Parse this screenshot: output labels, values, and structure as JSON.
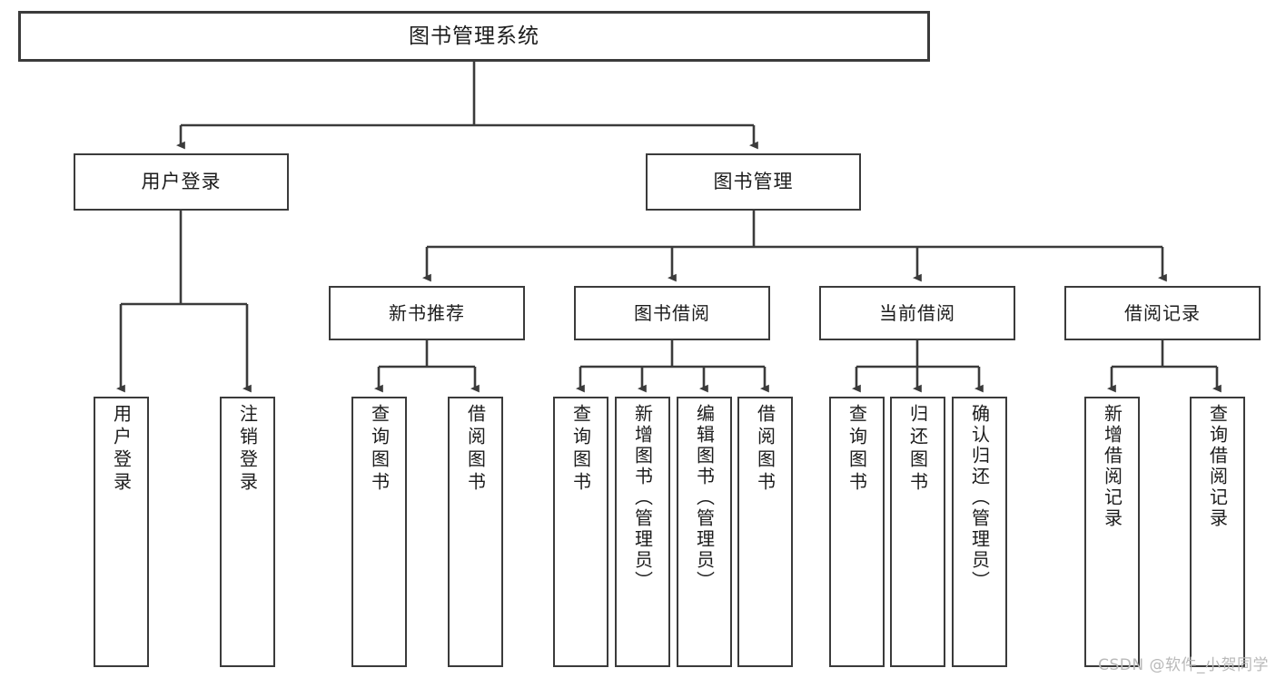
{
  "diagram": {
    "type": "tree",
    "title": "图书管理系统",
    "theme": {
      "background": "#ffffff",
      "box_border": "#3b3b3b",
      "box_fill": "#ffffff",
      "text": "#1c1c1c",
      "connector": "#3b3b3b",
      "watermark": "#b9b9b9"
    },
    "root": {
      "label": "图书管理系统"
    },
    "level1": [
      {
        "label": "用户登录"
      },
      {
        "label": "图书管理"
      }
    ],
    "level2": [
      {
        "label": "新书推荐"
      },
      {
        "label": "图书借阅"
      },
      {
        "label": "当前借阅"
      },
      {
        "label": "借阅记录"
      }
    ],
    "leaves": {
      "user_login": [
        {
          "label": "用户登录"
        },
        {
          "label": "注销登录"
        }
      ],
      "new_book": [
        {
          "label": "查询图书"
        },
        {
          "label": "借阅图书"
        }
      ],
      "book_borrow": [
        {
          "label": "查询图书"
        },
        {
          "label": "新增图书（管理员）"
        },
        {
          "label": "编辑图书（管理员）"
        },
        {
          "label": "借阅图书"
        }
      ],
      "current_borrow": [
        {
          "label": "查询图书"
        },
        {
          "label": "归还图书"
        },
        {
          "label": "确认归还（管理员）"
        }
      ],
      "borrow_record": [
        {
          "label": "新增借阅记录"
        },
        {
          "label": "查询借阅记录"
        }
      ]
    }
  },
  "watermark": {
    "text": "CSDN @软件_小贺同学"
  }
}
